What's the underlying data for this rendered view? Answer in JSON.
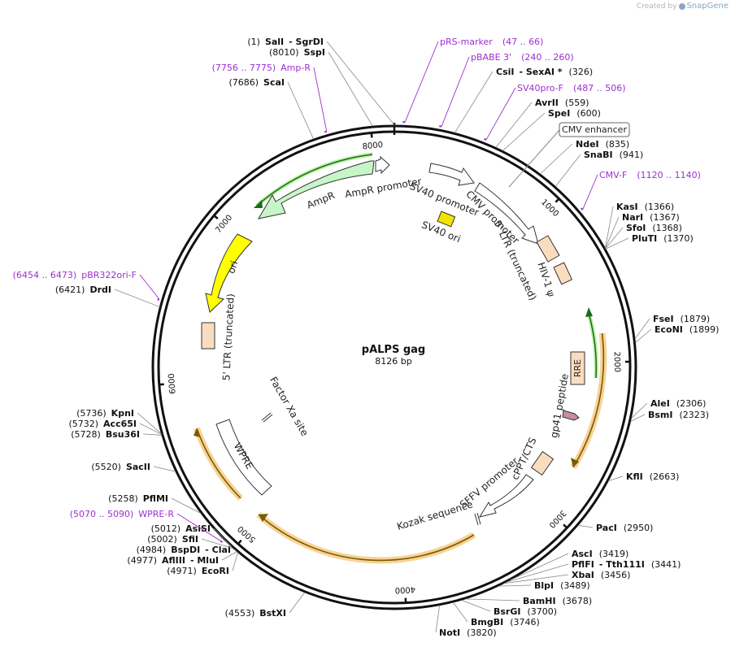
{
  "credit": {
    "prefix": "Created by",
    "brand": "SnapGene"
  },
  "plasmid": {
    "name": "pALPS gag",
    "length_label": "8126 bp",
    "length_bp": 8126
  },
  "ticks": [
    {
      "label": "1000",
      "bp": 1000
    },
    {
      "label": "2000",
      "bp": 2000
    },
    {
      "label": "3000",
      "bp": 3000
    },
    {
      "label": "4000",
      "bp": 4000
    },
    {
      "label": "5000",
      "bp": 5000
    },
    {
      "label": "6000",
      "bp": 6000
    },
    {
      "label": "7000",
      "bp": 7000
    },
    {
      "label": "8000",
      "bp": 8000
    }
  ],
  "sites": [
    {
      "pos": "(1)",
      "name": "SalI",
      "extra": "-  SgrDI",
      "bp": 1
    },
    {
      "pos": "(8010)",
      "name": "SspI",
      "extra": "",
      "bp": 8010
    },
    {
      "pos": "(7686)",
      "name": "ScaI",
      "extra": "",
      "bp": 7686
    },
    {
      "pos": "(326)",
      "name": "CsiI",
      "extra": "-  SexAI *",
      "bp": 326
    },
    {
      "pos": "(559)",
      "name": "AvrII",
      "extra": "",
      "bp": 559
    },
    {
      "pos": "(600)",
      "name": "SpeI",
      "extra": "",
      "bp": 600
    },
    {
      "pos": "(835)",
      "name": "NdeI",
      "extra": "",
      "bp": 835
    },
    {
      "pos": "(941)",
      "name": "SnaBI",
      "extra": "",
      "bp": 941
    },
    {
      "pos": "(1366)",
      "name": "KasI",
      "extra": "",
      "bp": 1366
    },
    {
      "pos": "(1367)",
      "name": "NarI",
      "extra": "",
      "bp": 1367
    },
    {
      "pos": "(1368)",
      "name": "SfoI",
      "extra": "",
      "bp": 1368
    },
    {
      "pos": "(1370)",
      "name": "PluTI",
      "extra": "",
      "bp": 1370
    },
    {
      "pos": "(1879)",
      "name": "FseI",
      "extra": "",
      "bp": 1879
    },
    {
      "pos": "(1899)",
      "name": "EcoNI",
      "extra": "",
      "bp": 1899
    },
    {
      "pos": "(2306)",
      "name": "AleI",
      "extra": "",
      "bp": 2306
    },
    {
      "pos": "(2323)",
      "name": "BsmI",
      "extra": "",
      "bp": 2323
    },
    {
      "pos": "(2663)",
      "name": "KflI",
      "extra": "",
      "bp": 2663
    },
    {
      "pos": "(2950)",
      "name": "PacI",
      "extra": "",
      "bp": 2950
    },
    {
      "pos": "(3419)",
      "name": "AscI",
      "extra": "",
      "bp": 3419
    },
    {
      "pos": "(3441)",
      "name": "PflFI",
      "extra": "-  Tth111I",
      "bp": 3441
    },
    {
      "pos": "(3456)",
      "name": "XbaI",
      "extra": "",
      "bp": 3456
    },
    {
      "pos": "(3489)",
      "name": "BlpI",
      "extra": "",
      "bp": 3489
    },
    {
      "pos": "(3678)",
      "name": "BamHI",
      "extra": "",
      "bp": 3678
    },
    {
      "pos": "(3700)",
      "name": "BsrGI",
      "extra": "",
      "bp": 3700
    },
    {
      "pos": "(3746)",
      "name": "BmgBI",
      "extra": "",
      "bp": 3746
    },
    {
      "pos": "(3820)",
      "name": "NotI",
      "extra": "",
      "bp": 3820
    },
    {
      "pos": "(4553)",
      "name": "BstXI",
      "extra": "",
      "bp": 4553
    },
    {
      "pos": "(4971)",
      "name": "EcoRI",
      "extra": "",
      "bp": 4971
    },
    {
      "pos": "(4977)",
      "name": "AflIII",
      "extra": "-  MluI",
      "bp": 4977
    },
    {
      "pos": "(4984)",
      "name": "BspDI",
      "extra": "-  ClaI",
      "bp": 4984
    },
    {
      "pos": "(5002)",
      "name": "SfiI",
      "extra": "",
      "bp": 5002
    },
    {
      "pos": "(5012)",
      "name": "AsiSI",
      "extra": "",
      "bp": 5012
    },
    {
      "pos": "(5258)",
      "name": "PflMI",
      "extra": "",
      "bp": 5258
    },
    {
      "pos": "(5520)",
      "name": "SacII",
      "extra": "",
      "bp": 5520
    },
    {
      "pos": "(5728)",
      "name": "Bsu36I",
      "extra": "",
      "bp": 5728
    },
    {
      "pos": "(5732)",
      "name": "Acc65I",
      "extra": "",
      "bp": 5732
    },
    {
      "pos": "(5736)",
      "name": "KpnI",
      "extra": "",
      "bp": 5736
    },
    {
      "pos": "(6421)",
      "name": "DrdI",
      "extra": "",
      "bp": 6421
    }
  ],
  "primers": [
    {
      "name": "pRS-marker",
      "range": "(47 .. 66)",
      "bp": 56
    },
    {
      "name": "pBABE 3'",
      "range": "(240 .. 260)",
      "bp": 250
    },
    {
      "name": "SV40pro-F",
      "range": "(487 .. 506)",
      "bp": 496
    },
    {
      "name": "CMV-F",
      "range": "(1120 .. 1140)",
      "bp": 1130
    },
    {
      "name": "Amp-R",
      "range": "(7756 .. 7775)",
      "bp": 7765
    },
    {
      "name": "pBR322ori-F",
      "range": "(6454 .. 6473)",
      "bp": 6463
    },
    {
      "name": "WPRE-R",
      "range": "(5070 .. 5090)",
      "bp": 5080
    }
  ],
  "boxed_feature": {
    "label": "CMV enhancer"
  },
  "features": [
    {
      "label": "AmpR promoter",
      "type": "promoter",
      "color": "#ffffff"
    },
    {
      "label": "AmpR",
      "type": "CDS",
      "color": "#c8f5c8"
    },
    {
      "label": "SV40 promoter",
      "type": "promoter",
      "color": "#ffffff"
    },
    {
      "label": "SV40 ori",
      "type": "rep_origin",
      "color": "#f2e400"
    },
    {
      "label": "CMV promoter",
      "type": "promoter",
      "color": "#ffffff"
    },
    {
      "label": "5' LTR (truncated)",
      "type": "LTR",
      "color": "#fadcc0"
    },
    {
      "label": "HIV-1 ψ",
      "type": "misc",
      "color": "#fadcc0"
    },
    {
      "label": "ori",
      "type": "rep_origin",
      "color": "#ffff00"
    },
    {
      "label": "5' LTR (truncated)",
      "type": "LTR",
      "color": "#fadcc0"
    },
    {
      "label": "RRE",
      "type": "misc",
      "color": "#fadcc0"
    },
    {
      "label": "gp41 peptide",
      "type": "misc",
      "color": "#c88ca0"
    },
    {
      "label": "cPPT/CTS",
      "type": "misc",
      "color": "#fadcc0"
    },
    {
      "label": "SFFV promoter",
      "type": "promoter",
      "color": "#ffffff"
    },
    {
      "label": "Kozak sequence",
      "type": "misc",
      "color": "#ffffff"
    },
    {
      "label": "WPRE",
      "type": "misc",
      "color": "#ffffff"
    },
    {
      "label": "Factor Xa site",
      "type": "misc",
      "color": "#ffffff"
    }
  ],
  "colors": {
    "backbone": "#111111",
    "primer": "#9c2fcf",
    "orf_highlight": "#f5c87a",
    "orf_line": "#7a5a00",
    "ampr_line": "#1b6b1b"
  }
}
